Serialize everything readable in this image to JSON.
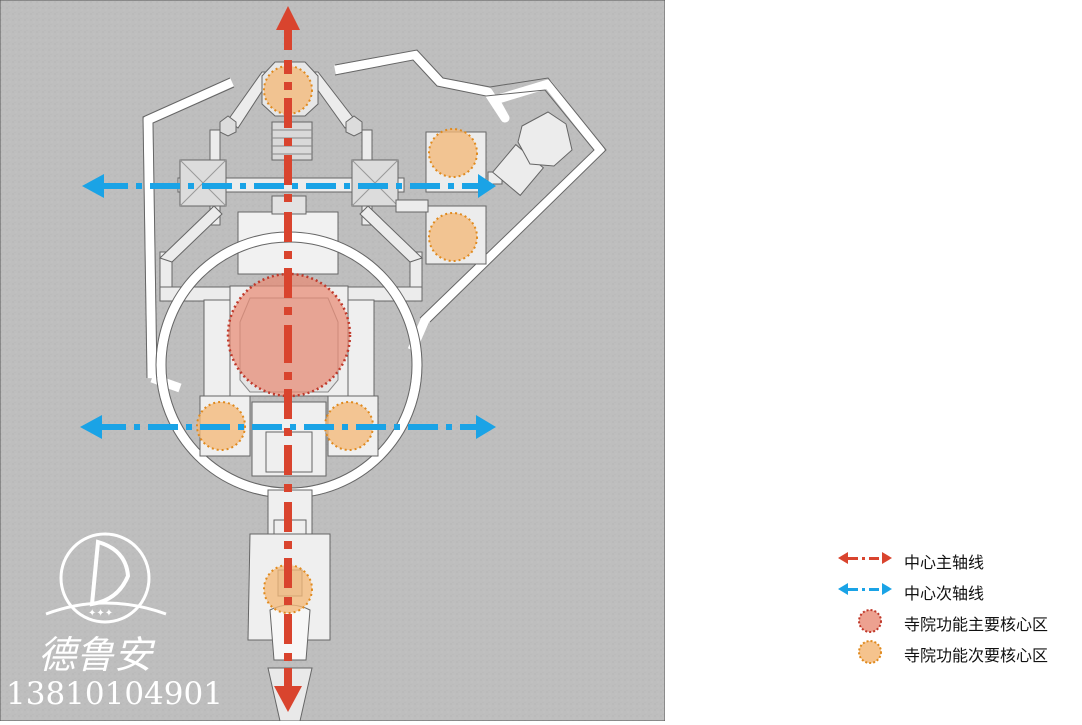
{
  "legend": {
    "items": [
      {
        "label": "中心主轴线",
        "symbol": "red-dash-dot-arrow"
      },
      {
        "label": "中心次轴线",
        "symbol": "blue-dash-dot-arrow"
      },
      {
        "label": "寺院功能主要核心区",
        "symbol": "red-dotted-circle"
      },
      {
        "label": "寺院功能次要核心区",
        "symbol": "orange-dotted-circle"
      }
    ]
  },
  "watermark": {
    "logo_text": "德鲁安",
    "phone": "13810104901"
  },
  "colors": {
    "main_axis": "#d9442e",
    "secondary_axis": "#1aa3e6",
    "primary_zone": "#e8907a",
    "secondary_zone": "#f2b978",
    "ground": "#bdbdbd",
    "building": "#f3f3f3"
  }
}
